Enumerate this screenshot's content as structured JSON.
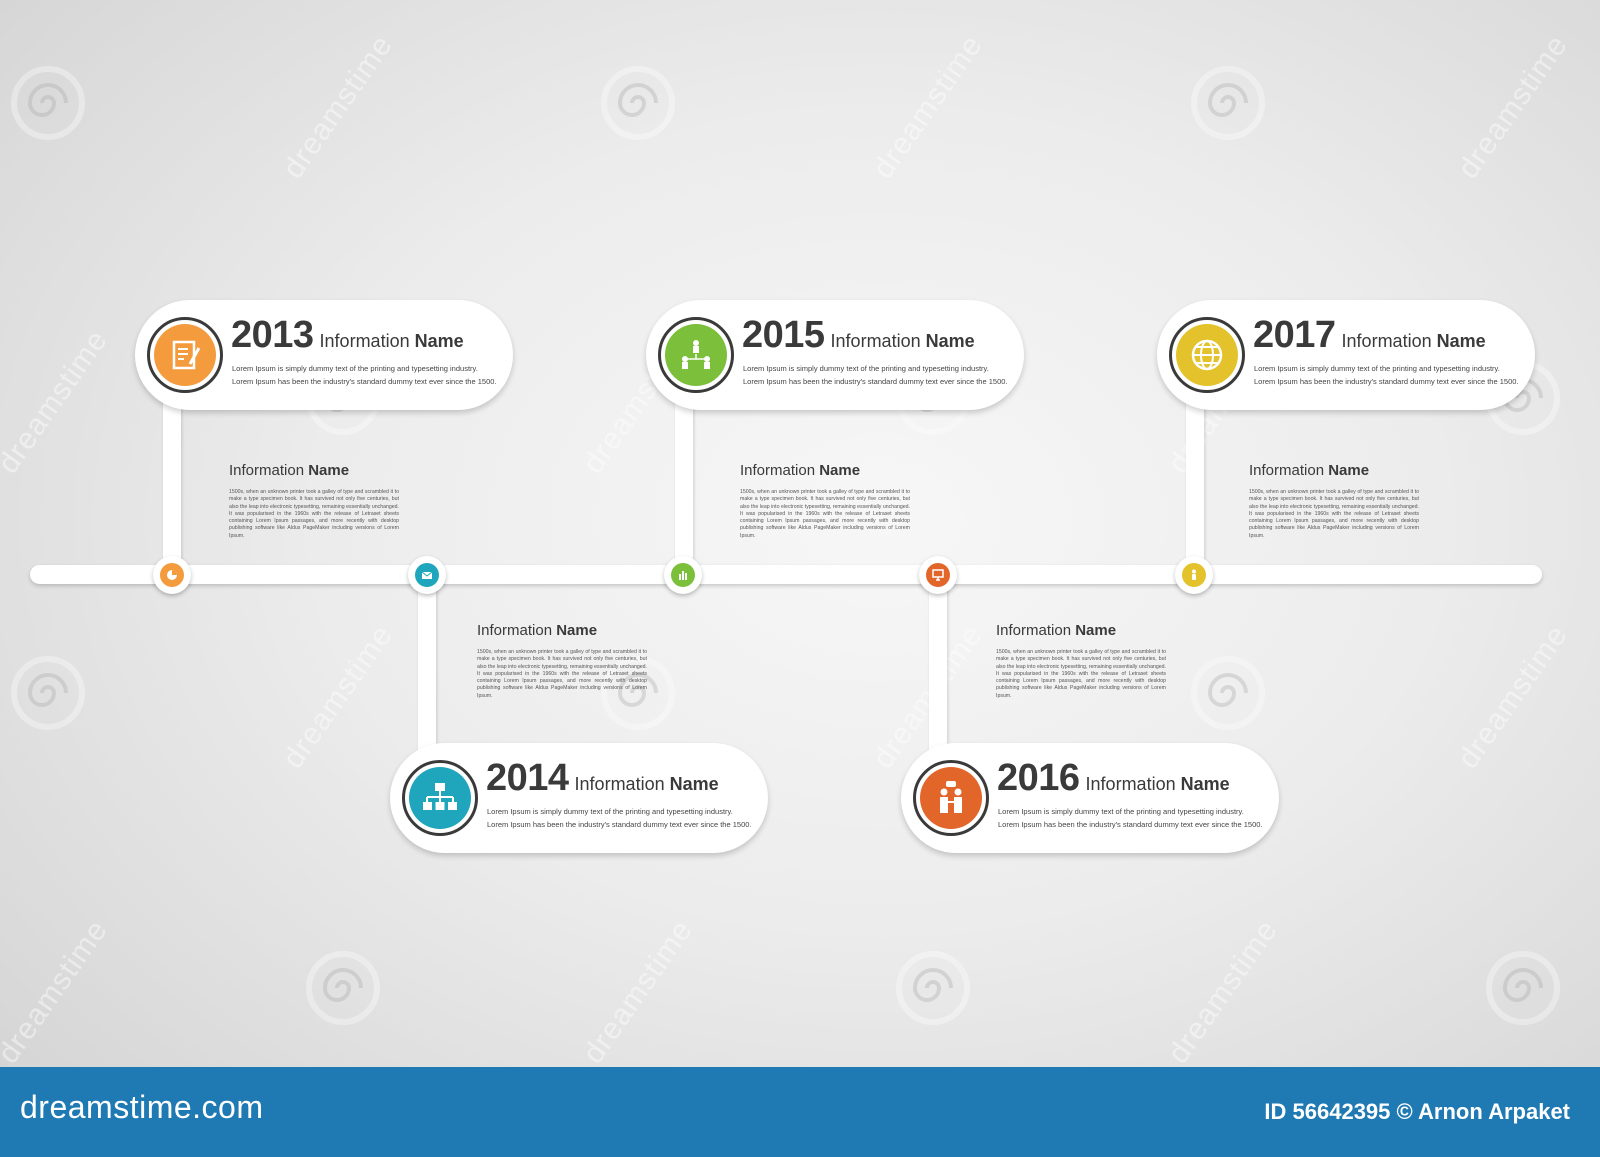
{
  "timeline": {
    "events": [
      {
        "year": "2013",
        "title_light": "Information",
        "title_bold": "Name",
        "desc_line1": "Lorem Ipsum is simply dummy text of the printing and typesetting industry.",
        "desc_line2": "Lorem Ipsum has been the industry's standard dummy text ever since the 1500.",
        "color": "#f49b3d",
        "icon": "document-pen-icon",
        "placement": "top"
      },
      {
        "year": "2014",
        "title_light": "Information",
        "title_bold": "Name",
        "desc_line1": "Lorem Ipsum is simply dummy text of the printing and typesetting industry.",
        "desc_line2": "Lorem Ipsum has been the industry's standard dummy text ever since the 1500.",
        "color": "#1fa6bd",
        "icon": "org-chart-icon",
        "placement": "bottom"
      },
      {
        "year": "2015",
        "title_light": "Information",
        "title_bold": "Name",
        "desc_line1": "Lorem Ipsum is simply dummy text of the printing and typesetting industry.",
        "desc_line2": "Lorem Ipsum has been the industry's standard dummy text ever since the 1500.",
        "color": "#7bbf3a",
        "icon": "team-network-icon",
        "placement": "top"
      },
      {
        "year": "2016",
        "title_light": "Information",
        "title_bold": "Name",
        "desc_line1": "Lorem Ipsum is simply dummy text of the printing and typesetting industry.",
        "desc_line2": "Lorem Ipsum has been the industry's standard dummy text ever since the 1500.",
        "color": "#e2652a",
        "icon": "two-people-icon",
        "placement": "bottom"
      },
      {
        "year": "2017",
        "title_light": "Information",
        "title_bold": "Name",
        "desc_line1": "Lorem Ipsum is simply dummy text of the printing and typesetting industry.",
        "desc_line2": "Lorem Ipsum has been the industry's standard dummy text ever since the 1500.",
        "color": "#e3c22b",
        "icon": "globe-icon",
        "placement": "top"
      }
    ],
    "notes": [
      {
        "title_light": "Information",
        "title_bold": "Name",
        "body": "1500s, when an unknown printer took a galley of type and scrambled it to make a type specimen book. It has survived not only five centuries, but also the leap into electronic typesetting, remaining essentially unchanged. It was popularised in the 1960s with the release of Letraset sheets containing Lorem Ipsum passages, and more recently with desktop publishing software like Aldus PageMaker including versions of Lorem Ipsum."
      },
      {
        "title_light": "Information",
        "title_bold": "Name",
        "body": "1500s, when an unknown printer took a galley of type and scrambled it to make a type specimen book. It has survived not only five centuries, but also the leap into electronic typesetting, remaining essentially unchanged. It was popularised in the 1960s with the release of Letraset sheets containing Lorem Ipsum passages, and more recently with desktop publishing software like Aldus PageMaker including versions of Lorem Ipsum."
      },
      {
        "title_light": "Information",
        "title_bold": "Name",
        "body": "1500s, when an unknown printer took a galley of type and scrambled it to make a type specimen book. It has survived not only five centuries, but also the leap into electronic typesetting, remaining essentially unchanged. It was popularised in the 1960s with the release of Letraset sheets containing Lorem Ipsum passages, and more recently with desktop publishing software like Aldus PageMaker including versions of Lorem Ipsum."
      },
      {
        "title_light": "Information",
        "title_bold": "Name",
        "body": "1500s, when an unknown printer took a galley of type and scrambled it to make a type specimen book. It has survived not only five centuries, but also the leap into electronic typesetting, remaining essentially unchanged. It was popularised in the 1960s with the release of Letraset sheets containing Lorem Ipsum passages, and more recently with desktop publishing software like Aldus PageMaker including versions of Lorem Ipsum."
      },
      {
        "title_light": "Information",
        "title_bold": "Name",
        "body": "1500s, when an unknown printer took a galley of type and scrambled it to make a type specimen book. It has survived not only five centuries, but also the leap into electronic typesetting, remaining essentially unchanged. It was popularised in the 1960s with the release of Letraset sheets containing Lorem Ipsum passages, and more recently with desktop publishing software like Aldus PageMaker including versions of Lorem Ipsum."
      }
    ],
    "node_icons": [
      "pie-chart-icon",
      "mail-icon",
      "bar-chart-icon",
      "presentation-icon",
      "person-icon"
    ]
  },
  "watermark": {
    "brand": "dreamstime",
    "icon": "spiral-icon"
  },
  "footer": {
    "logo": "dreamstime.com",
    "credit": "ID 56642395 © Arnon Arpaket",
    "background": "#1f7ab4"
  }
}
